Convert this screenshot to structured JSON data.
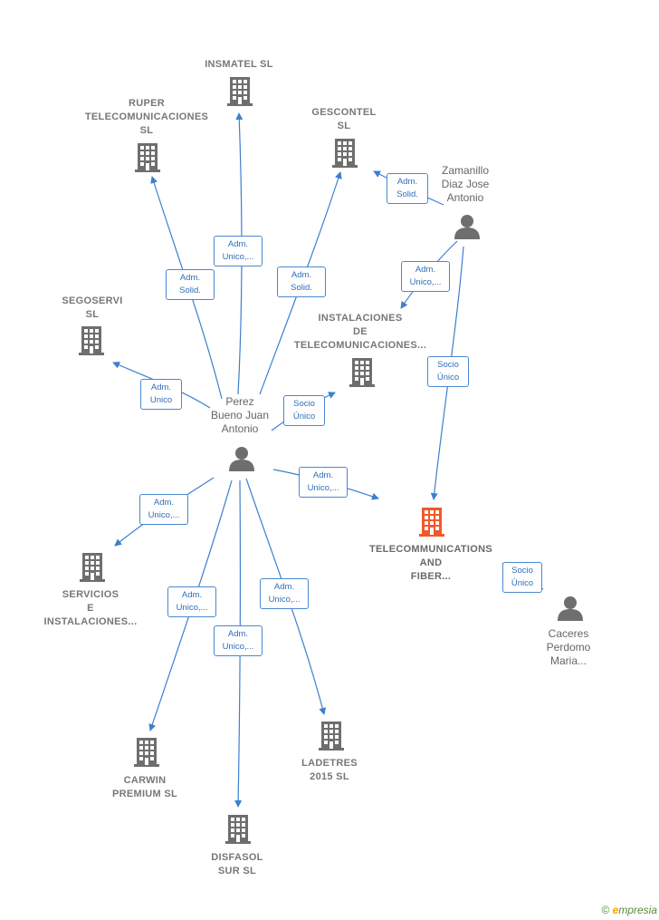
{
  "nodes": {
    "insmatel": {
      "label": "INSMATEL  SL"
    },
    "ruper": {
      "label": "RUPER\nTELECOMUNICACIONES\nSL"
    },
    "gescontel": {
      "label": "GESCONTEL\nSL"
    },
    "segoservi": {
      "label": "SEGOSERVI\nSL"
    },
    "instalaciones_telecom": {
      "label": "INSTALACIONES\nDE\nTELECOMUNICACIONES..."
    },
    "telecom_fiber": {
      "label": "TELECOMMUNICATIONS\nAND\nFIBER..."
    },
    "servicios": {
      "label": "SERVICIOS\nE\nINSTALACIONES..."
    },
    "carwin": {
      "label": "CARWIN\nPREMIUM  SL"
    },
    "ladetres": {
      "label": "LADETRES\n2015  SL"
    },
    "disfasol": {
      "label": "DISFASOL\nSUR  SL"
    },
    "perez": {
      "label": "Perez\nBueno Juan\nAntonio"
    },
    "zamanillo": {
      "label": "Zamanillo\nDiaz Jose\nAntonio"
    },
    "caceres": {
      "label": "Caceres\nPerdomo\nMaria..."
    }
  },
  "edges": {
    "perez_ruper": {
      "label": "Adm.\nSolid."
    },
    "perez_insmatel": {
      "label": "Adm.\nUnico,..."
    },
    "perez_gescontel": {
      "label": "Adm.\nSolid."
    },
    "perez_segoservi": {
      "label": "Adm.\nUnico"
    },
    "perez_instalaciones": {
      "label": "Socio\nÚnico"
    },
    "perez_telecom": {
      "label": "Adm.\nUnico,..."
    },
    "perez_servicios": {
      "label": "Adm.\nUnico,..."
    },
    "perez_carwin": {
      "label": "Adm.\nUnico,..."
    },
    "perez_disfasol": {
      "label": "Adm.\nUnico,..."
    },
    "perez_ladetres": {
      "label": "Adm.\nUnico,..."
    },
    "zamanillo_gescontel": {
      "label": "Adm.\nSolid."
    },
    "zamanillo_instalaciones": {
      "label": "Adm.\nUnico,..."
    },
    "zamanillo_telecom": {
      "label": "Socio\nÚnico"
    },
    "caceres_telecom": {
      "label": "Socio\nÚnico"
    }
  },
  "colors": {
    "edge": "#3d7fcf",
    "company_icon": "#6e6e6e",
    "focus_icon": "#f0592a",
    "person_icon": "#6e6e6e"
  },
  "brand": {
    "copyright": "©",
    "e": "e",
    "name": "mpresia"
  }
}
